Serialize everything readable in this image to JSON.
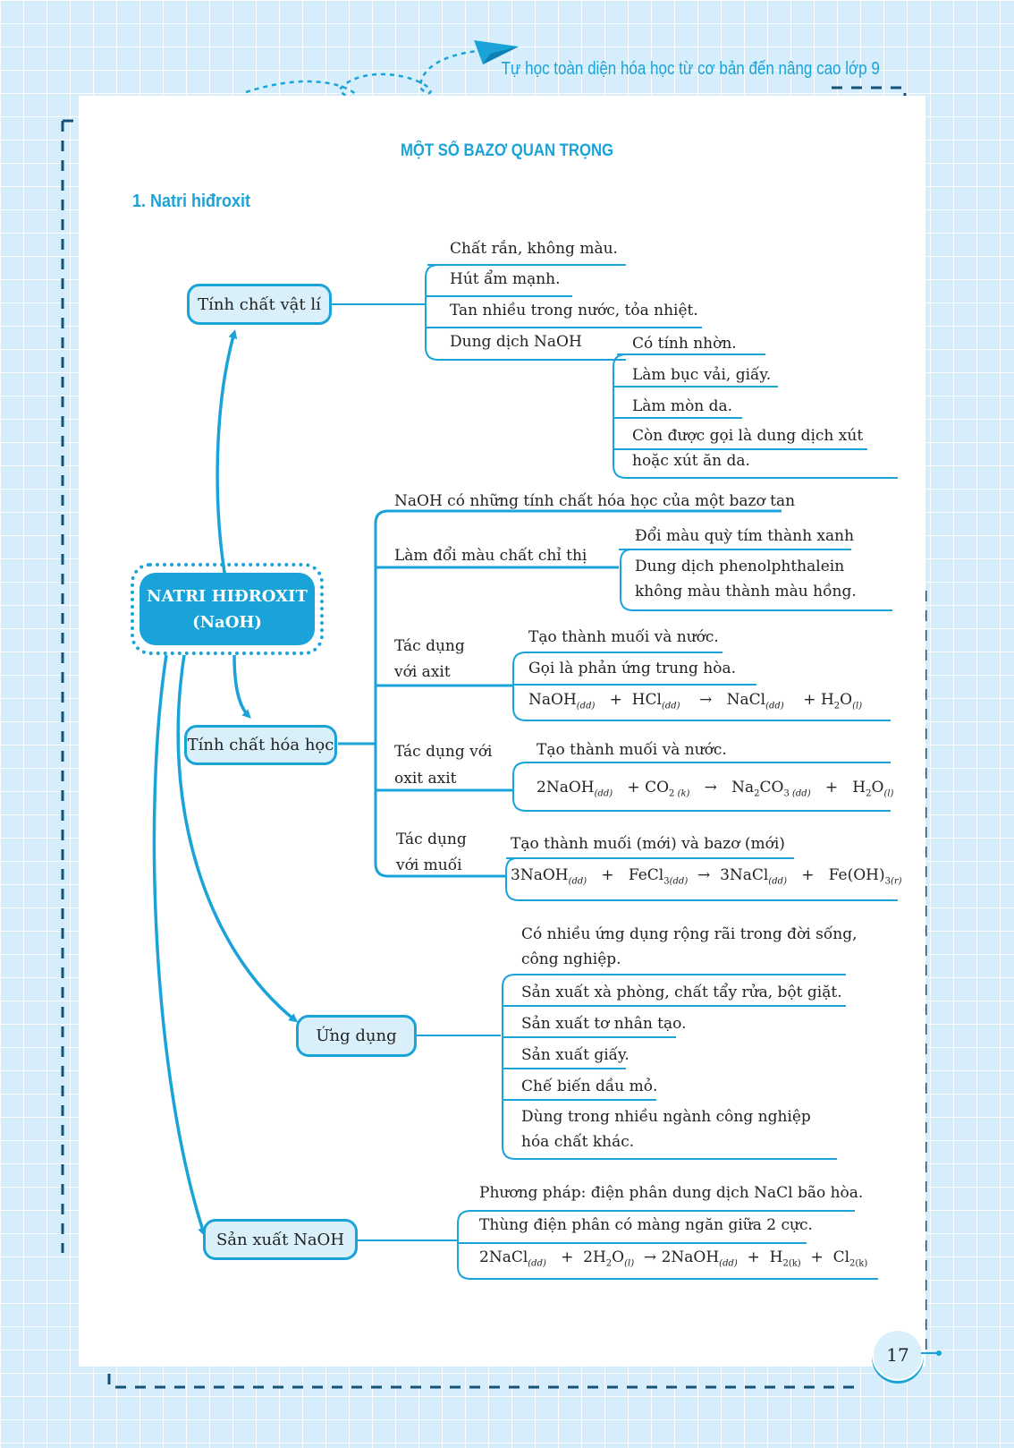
{
  "header": {
    "book_title": "Tự học toàn diện hóa học từ cơ bản đến nâng cao lớp 9"
  },
  "page": {
    "title": "MỘT SỐ BAZƠ QUAN TRỌNG",
    "section": "1. Natri hiđroxit",
    "number": "17"
  },
  "center": {
    "line1": "NATRI HIĐROXIT",
    "line2": "(NaOH)"
  },
  "physical": {
    "label": "Tính chất vật lí",
    "items": [
      "Chất rắn, không màu.",
      "Hút ẩm mạnh.",
      "Tan nhiều trong nước, tỏa  nhiệt.",
      "Dung dịch NaOH"
    ],
    "solution_items": [
      "Có tính nhờn.",
      "Làm bục vải, giấy.",
      "Làm mòn da.",
      "Còn được gọi là dung dịch xút hoặc xút ăn da."
    ]
  },
  "chemical": {
    "label": "Tính chất hóa học",
    "intro": "NaOH có những tính chất hóa học của một bazơ tan",
    "indicator": {
      "label": "Làm đổi màu chất chỉ thị",
      "items": [
        "Đổi màu quỳ tím thành xanh",
        "Dung dịch phenolphthalein không màu thành màu hồng."
      ]
    },
    "acid": {
      "label1": "Tác  dụng",
      "label2": "với axit",
      "items": [
        "Tạo thành muối và nước.",
        "Gọi là phản ứng trung hòa."
      ]
    },
    "oxide": {
      "label1": "Tác dụng với",
      "label2": "oxit axit",
      "items": [
        "Tạo thành muối và nước."
      ]
    },
    "salt": {
      "label1": "Tác  dụng",
      "label2": "với muối",
      "items": [
        "Tạo thành muối (mới) và bazơ (mới)"
      ]
    }
  },
  "applications": {
    "label": "Ứng dụng",
    "items": [
      "Có nhiều ứng dụng rộng rãi trong đời sống, công nghiệp.",
      "Sản xuất xà phòng, chất tẩy rửa, bột giặt.",
      "Sản xuất tơ nhân tạo.",
      "Sản xuất giấy.",
      "Chế biến dầu mỏ.",
      "Dùng trong nhiều ngành công nghiệp hóa chất khác."
    ]
  },
  "production": {
    "label": "Sản xuất NaOH",
    "items": [
      "Phương pháp: điện phân dung dịch NaCl bão hòa.",
      "Thùng điện phân có màng ngăn giữa 2 cực."
    ]
  },
  "equations": {
    "acid": "NaOH(dd) + HCl(dd) → NaCl(dd) + H2O(l)",
    "oxide": "2NaOH(dd) + CO2(k) → Na2CO3(dd) + H2O(l)",
    "salt": "3NaOH(dd) + FeCl3(dd) → 3NaCl(dd) + Fe(OH)3(r)",
    "production": "2NaCl(dd) + 2H2O(l) → 2NaOH(dd) + H2(k) + Cl2(k)"
  },
  "colors": {
    "accent": "#1aa3d8",
    "box_fill": "#d9f0fb",
    "background": "#d6eefb"
  }
}
